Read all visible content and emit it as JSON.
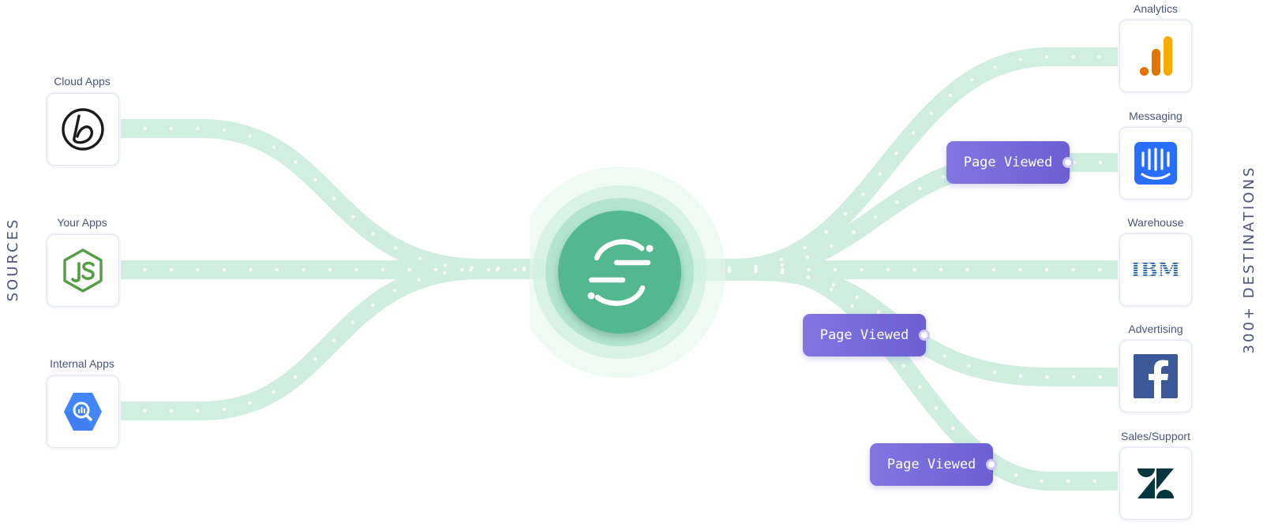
{
  "labels": {
    "sources": "SOURCES",
    "destinations": "300+ DESTINATIONS"
  },
  "sources": [
    {
      "label": "Cloud Apps",
      "icon": "braze-logo-icon"
    },
    {
      "label": "Your Apps",
      "icon": "nodejs-logo-icon"
    },
    {
      "label": "Internal Apps",
      "icon": "bigquery-logo-icon"
    }
  ],
  "destinations": [
    {
      "label": "Analytics",
      "icon": "google-analytics-logo-icon"
    },
    {
      "label": "Messaging",
      "icon": "intercom-logo-icon"
    },
    {
      "label": "Warehouse",
      "icon": "ibm-logo-icon",
      "text": "IBM"
    },
    {
      "label": "Advertising",
      "icon": "facebook-logo-icon"
    },
    {
      "label": "Sales/Support",
      "icon": "zendesk-logo-icon"
    }
  ],
  "events": [
    {
      "label": "Page Viewed"
    },
    {
      "label": "Page Viewed"
    },
    {
      "label": "Page Viewed"
    }
  ],
  "hub": {
    "icon": "segment-logo-icon"
  },
  "colors": {
    "stream": "#c9eedf",
    "stream_dots": "#ffffff",
    "hub": "#52b78f",
    "hub_glow": "#a8e0c8",
    "event_tag": "#7a6cdc",
    "label_text": "#4a5578",
    "google_analytics_orange": "#f9ab00",
    "google_analytics_dark_orange": "#e37400",
    "intercom_blue": "#286efa",
    "ibm_blue": "#1f5fa8",
    "facebook_blue": "#3b5998",
    "zendesk_dark": "#03363d",
    "bigquery_blue": "#4386fa",
    "nodejs_green": "#539e43"
  }
}
